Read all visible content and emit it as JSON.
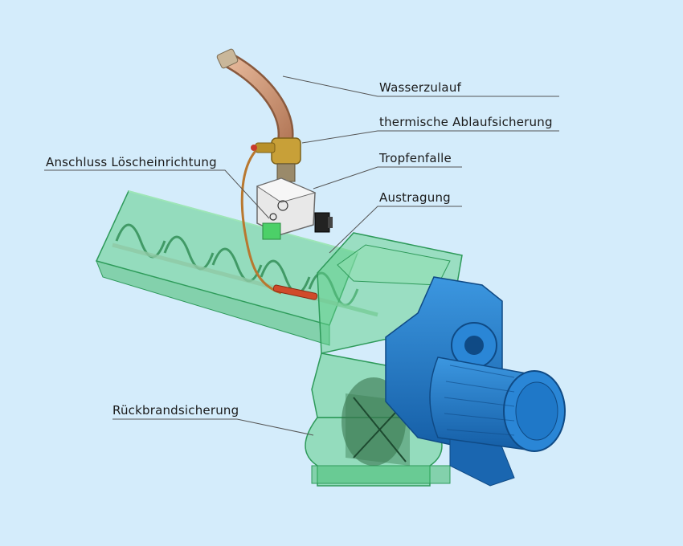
{
  "labels": {
    "wasserzulauf": "Wasserzulauf",
    "ablaufsicherung": "thermische Ablaufsicherung",
    "tropfenfalle": "Tropfenfalle",
    "austragung": "Austragung",
    "anschluss": "Anschluss Löscheinrichtung",
    "rueckbrand": "Rückbrandsicherung"
  },
  "colors": {
    "background": "#d4ecfb",
    "housing_green": "#5fd08a",
    "motor_blue": "#1f78c8",
    "brass": "#c8a038",
    "label_line": "#555555"
  }
}
